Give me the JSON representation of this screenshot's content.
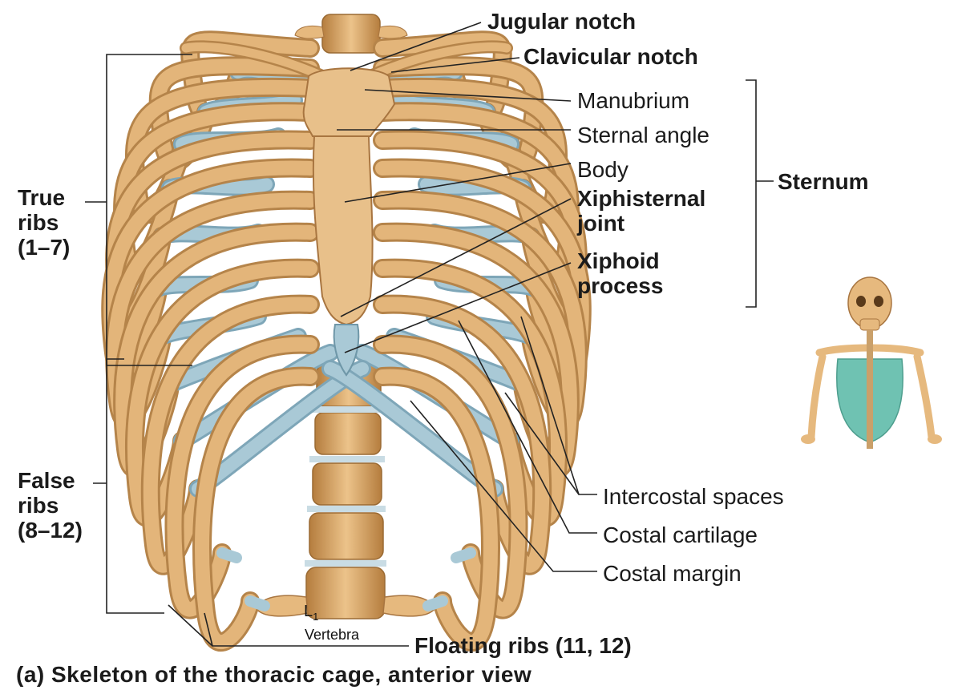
{
  "labels": {
    "jugular_notch": "Jugular notch",
    "clavicular_notch": "Clavicular notch",
    "manubrium": "Manubrium",
    "sternal_angle": "Sternal angle",
    "body": "Body",
    "xiphisternal_joint": "Xiphisternal joint",
    "xiphoid_process": "Xiphoid process",
    "sternum": "Sternum",
    "true_ribs": "True ribs (1–7)",
    "false_ribs": "False ribs (8–12)",
    "intercostal_spaces": "Intercostal spaces",
    "costal_cartilage": "Costal cartilage",
    "costal_margin": "Costal margin",
    "floating_ribs": "Floating ribs (11, 12)",
    "vertebra_letter": "L",
    "vertebra_number": "1",
    "vertebra_word": "Vertebra"
  },
  "caption": "(a) Skeleton of the thoracic cage, anterior view",
  "colors": {
    "bone": "#e3b57a",
    "bone_dark": "#b5844a",
    "cartilage": "#a9c9d6",
    "cartilage_dark": "#7ea6b8",
    "leader_line": "#222222",
    "inset_cartilage": "#6fc2b2"
  }
}
